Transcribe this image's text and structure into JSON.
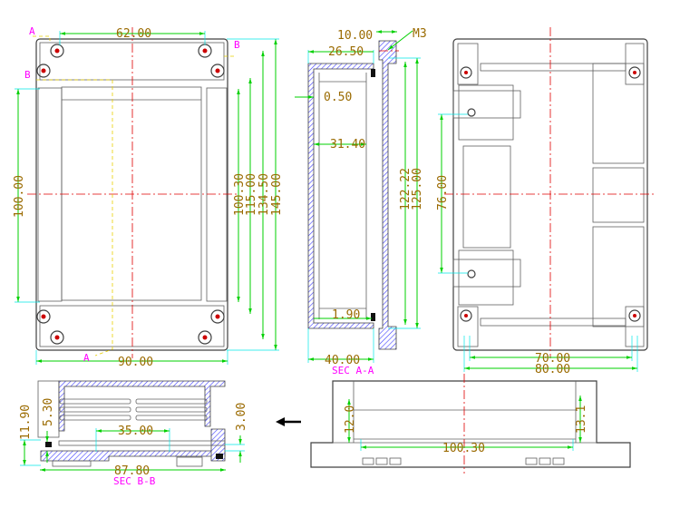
{
  "front_view": {
    "dims": {
      "width_top": "62.00",
      "width_total": "90.00",
      "height_left": "100.00",
      "h1": "100.30",
      "h2": "115.00",
      "h3": "134.50",
      "h4": "145.00"
    },
    "section_marks": {
      "a_top": "A",
      "a_bottom": "A",
      "b_right": "B",
      "b_left": "B"
    }
  },
  "section_a": {
    "dims": {
      "d1": "10.00",
      "thread": "M3",
      "d2": "26.50",
      "d3": "0.50",
      "d4": "31.40",
      "d5": "1.90",
      "d6": "40.00",
      "v1": "122.22",
      "v2": "125.00"
    },
    "label": "SEC A-A"
  },
  "back_view": {
    "dims": {
      "v1": "76.00",
      "w1": "70.00",
      "w2": "80.00"
    }
  },
  "section_b": {
    "dims": {
      "v1": "11.90",
      "v2": "5.30",
      "w1": "35.00",
      "v3": "3.00",
      "w2": "87.80"
    },
    "label": "SEC B-B"
  },
  "side_view": {
    "dims": {
      "v1": "12.0",
      "v2": "13.1",
      "w1": "100.30"
    }
  },
  "colors": {
    "dimension": "#00d000",
    "extension": "#00e8e8",
    "text": "#9a6a00",
    "centerline": "#e00000",
    "section_label": "#ff00ff"
  }
}
